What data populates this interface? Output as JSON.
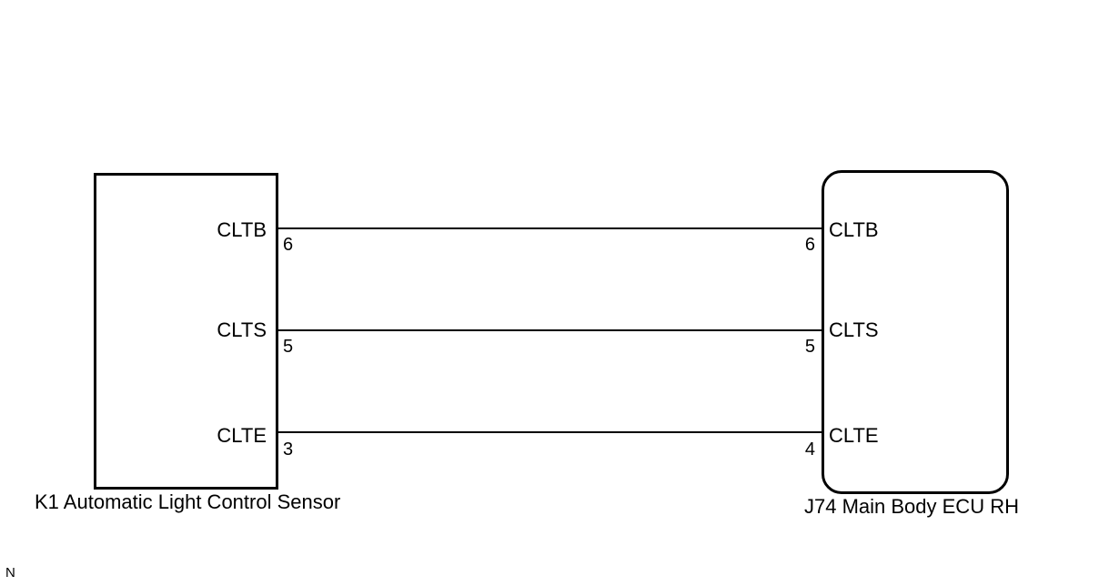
{
  "components": {
    "left": {
      "label": "K1 Automatic Light Control Sensor",
      "pins": [
        {
          "signal": "CLTB",
          "pin": "6"
        },
        {
          "signal": "CLTS",
          "pin": "5"
        },
        {
          "signal": "CLTE",
          "pin": "3"
        }
      ]
    },
    "right": {
      "label": "J74 Main Body ECU RH",
      "pins": [
        {
          "signal": "CLTB",
          "pin": "6"
        },
        {
          "signal": "CLTS",
          "pin": "5"
        },
        {
          "signal": "CLTE",
          "pin": "4"
        }
      ]
    }
  },
  "corner_mark": "N"
}
